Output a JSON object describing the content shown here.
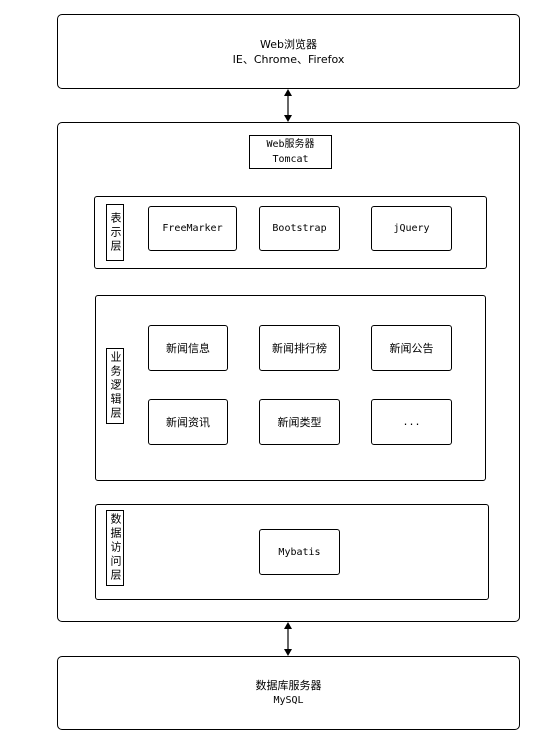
{
  "browser": {
    "title": "Web浏览器",
    "subtitle": "IE、Chrome、Firefox"
  },
  "web_server": {
    "title": "Web服务器",
    "subtitle": "Tomcat"
  },
  "presentation_layer": {
    "label": "表示层",
    "items": [
      "FreeMarker",
      "Bootstrap",
      "jQuery"
    ]
  },
  "business_layer": {
    "label": "业务逻辑层",
    "items": [
      "新闻信息",
      "新闻排行榜",
      "新闻公告",
      "新闻资讯",
      "新闻类型",
      "..."
    ]
  },
  "data_access_layer": {
    "label": "数据访问层",
    "items": [
      "Mybatis"
    ]
  },
  "database_server": {
    "title": "数据库服务器",
    "subtitle": "MySQL"
  }
}
